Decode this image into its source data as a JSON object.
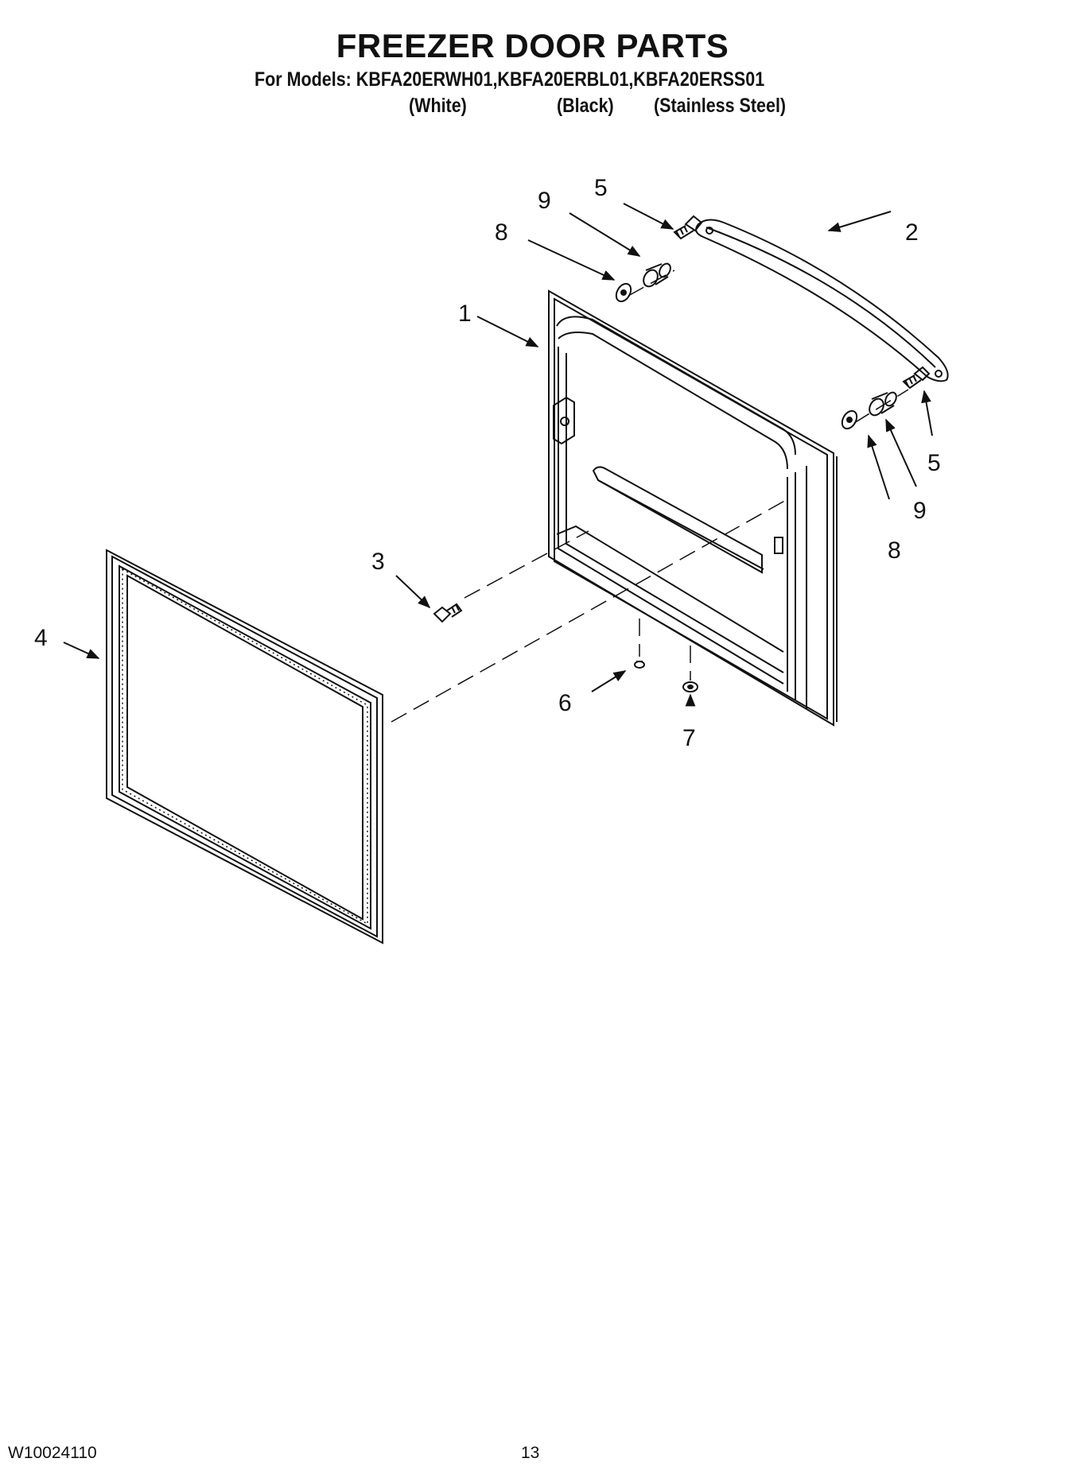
{
  "header": {
    "title": "FREEZER DOOR PARTS",
    "models_line": "For Models: KBFA20ERWH01,KBFA20ERBL01,KBFA20ERSS01",
    "variants": [
      "(White)",
      "(Black)",
      "(Stainless Steel)"
    ]
  },
  "callouts": {
    "door": "1",
    "handle": "2",
    "screw_bottom": "3",
    "gasket": "4",
    "screw_top": "5",
    "screw_right": "5",
    "plug": "6",
    "washer_bottom": "7",
    "washer_top": "8",
    "washer_right": "8",
    "spacer_top": "9",
    "spacer_right": "9"
  },
  "footer": {
    "doc_number": "W10024110",
    "page_number": "13"
  }
}
